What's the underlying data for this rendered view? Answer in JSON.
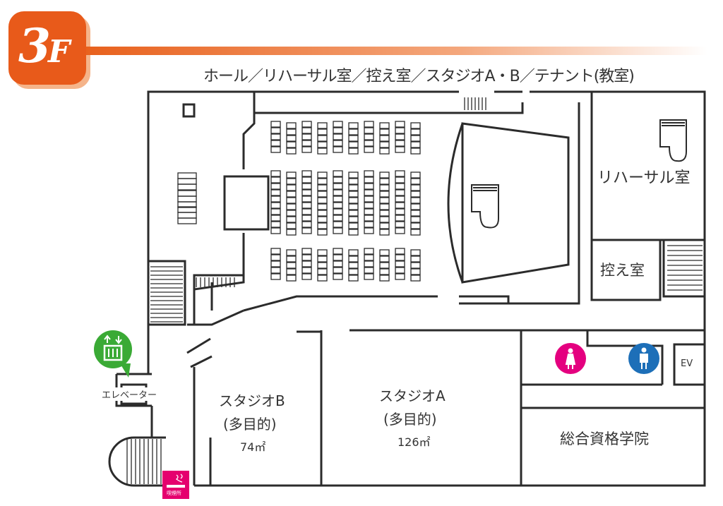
{
  "header": {
    "floor": "3F",
    "floor_num": "3",
    "floor_suffix": "F",
    "subtitle": "ホール／リハーサル室／控え室／スタジオA・B／テナント(教室)"
  },
  "rooms": {
    "rehearsal": "リハーサル室",
    "green_room": "控え室",
    "studio_b": {
      "name": "スタジオB",
      "type": "(多目的)",
      "area": "74㎡"
    },
    "studio_a": {
      "name": "スタジオA",
      "type": "(多目的)",
      "area": "126㎡"
    },
    "tenant": "総合資格学院",
    "ev": "EV",
    "elevator": "エレベーター",
    "smoking": "喫煙所"
  },
  "colors": {
    "accent": "#e85a1a",
    "elevator": "#3aaa35",
    "female": "#e4007f",
    "male": "#1d6fb8",
    "smoking": "#e5006e",
    "wall": "#2b2b2b"
  }
}
